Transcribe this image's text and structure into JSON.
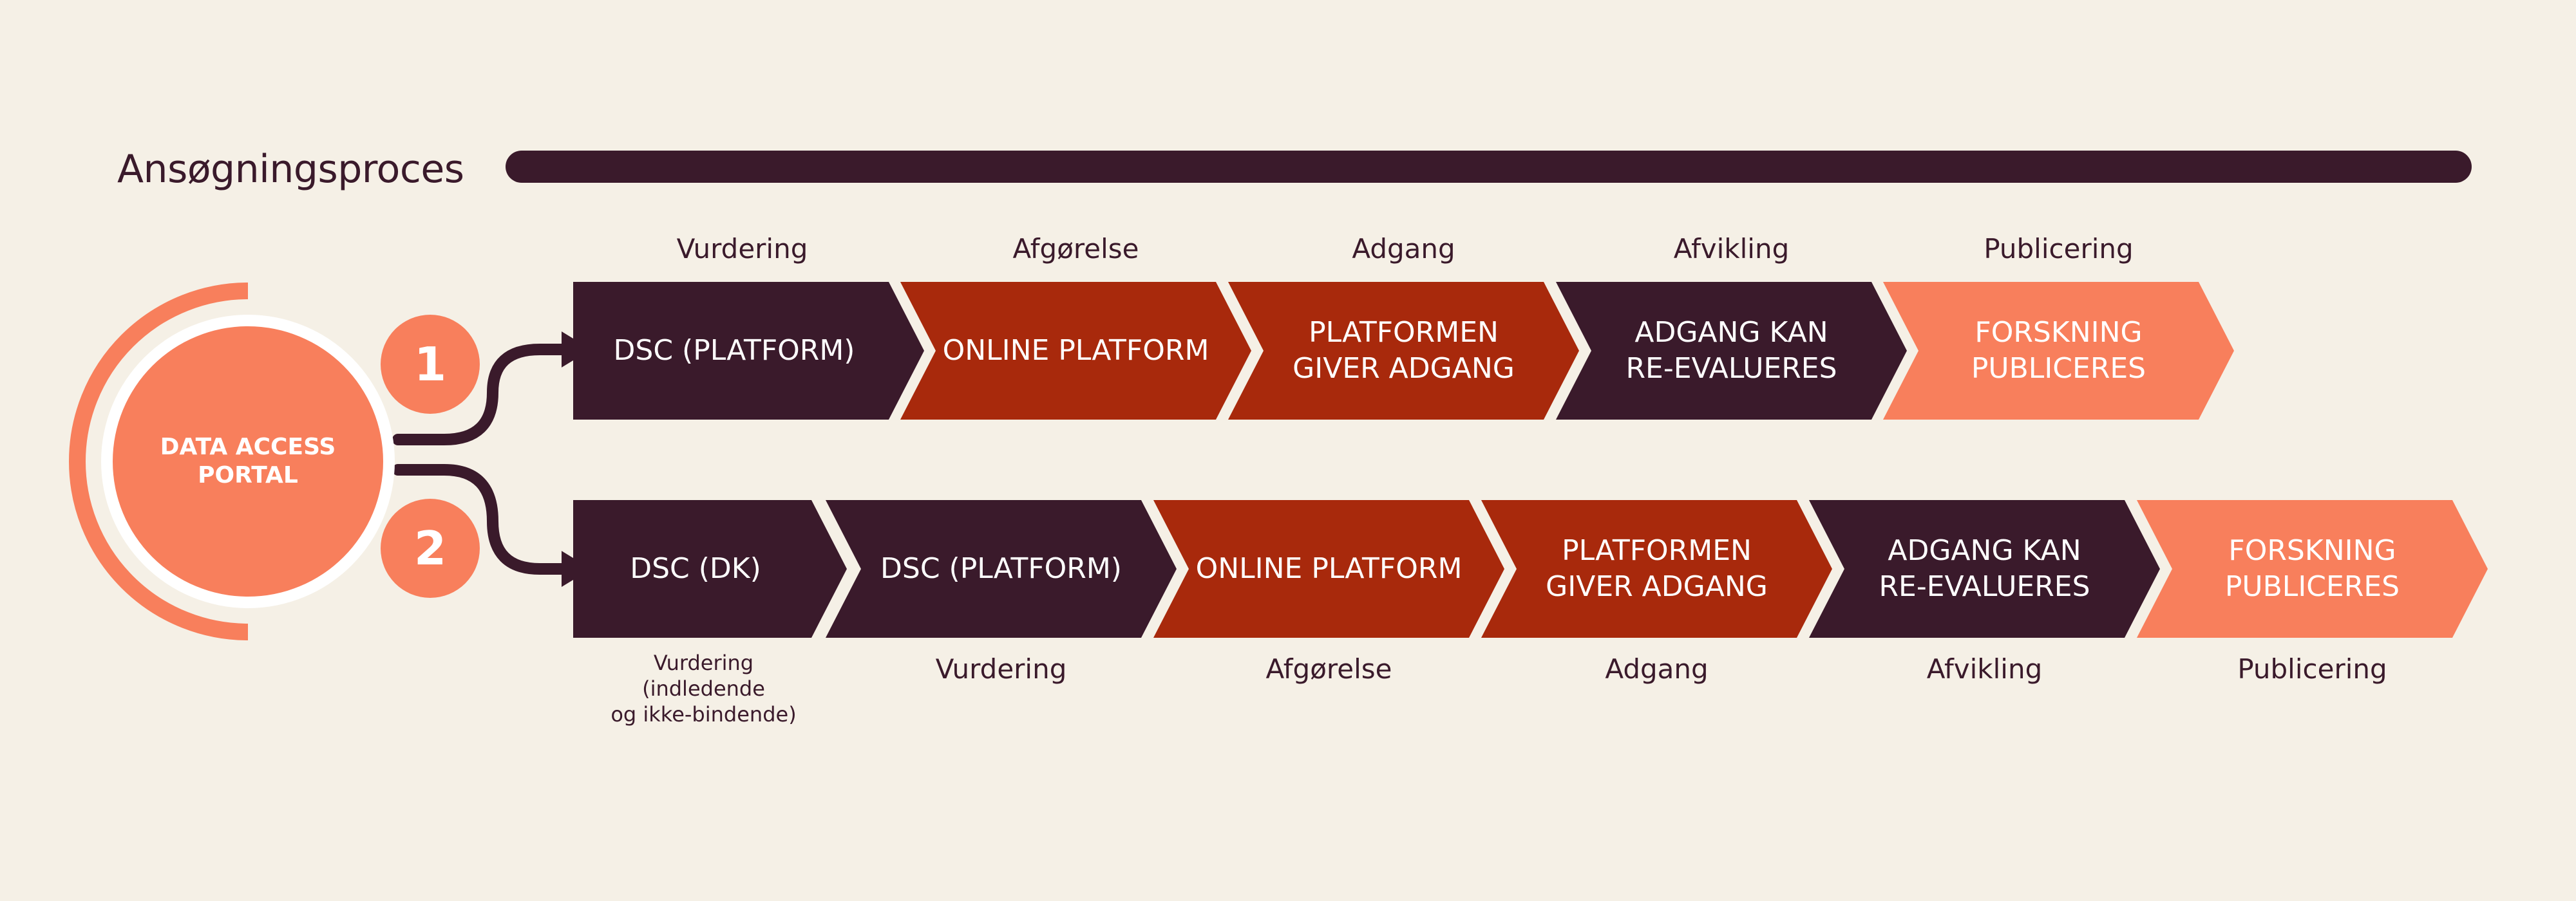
{
  "title": "Ansøgningsproces",
  "colors": {
    "background": "#f5f0e6",
    "dark": "#3a1a2b",
    "red": "#a8290c",
    "salmon": "#f87f5c",
    "ring": "#ffffff"
  },
  "portal": {
    "label": "DATA ACCESS\nPORTAL"
  },
  "routes": [
    {
      "badge": "1",
      "stages": [
        {
          "step": "DSC (PLATFORM)",
          "phase": "Vurdering",
          "color": "dark"
        },
        {
          "step": "ONLINE PLATFORM",
          "phase": "Afgørelse",
          "color": "red"
        },
        {
          "step": "PLATFORMEN\nGIVER ADGANG",
          "phase": "Adgang",
          "color": "red"
        },
        {
          "step": "ADGANG KAN\nRE-EVALUERES",
          "phase": "Afvikling",
          "color": "dark"
        },
        {
          "step": "FORSKNING\nPUBLICERES",
          "phase": "Publicering",
          "color": "salmon"
        }
      ]
    },
    {
      "badge": "2",
      "stages": [
        {
          "step": "DSC (DK)",
          "phase": "Vurdering\n(indledende\nog ikke-bindende)",
          "color": "dark"
        },
        {
          "step": "DSC (PLATFORM)",
          "phase": "Vurdering",
          "color": "dark"
        },
        {
          "step": "ONLINE PLATFORM",
          "phase": "Afgørelse",
          "color": "red"
        },
        {
          "step": "PLATFORMEN\nGIVER ADGANG",
          "phase": "Adgang",
          "color": "red"
        },
        {
          "step": "ADGANG KAN\nRE-EVALUERES",
          "phase": "Afvikling",
          "color": "dark"
        },
        {
          "step": "FORSKNING\nPUBLICERES",
          "phase": "Publicering",
          "color": "salmon"
        }
      ]
    }
  ]
}
